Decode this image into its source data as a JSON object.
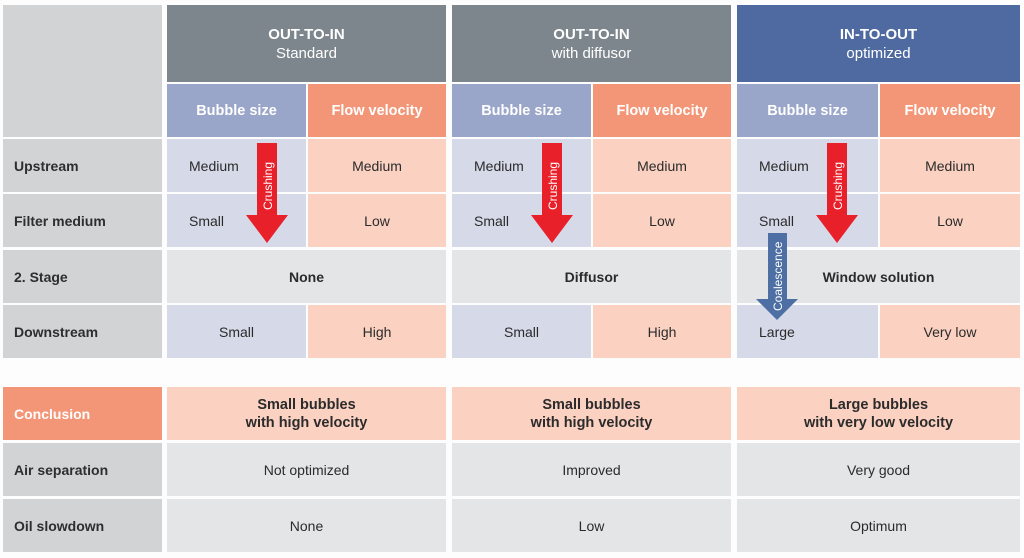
{
  "columns": [
    {
      "title": "OUT-TO-IN",
      "subtitle": "Standard",
      "color": "#7d868c"
    },
    {
      "title": "OUT-TO-IN",
      "subtitle": "with diffusor",
      "color": "#7d868c"
    },
    {
      "title": "IN-TO-OUT",
      "subtitle": "optimized",
      "color": "#4f6aa0"
    }
  ],
  "subheaders": {
    "bubble": "Bubble size",
    "flow": "Flow velocity"
  },
  "rows": {
    "upstream": {
      "label": "Upstream",
      "values": [
        [
          "Medium",
          "Medium"
        ],
        [
          "Medium",
          "Medium"
        ],
        [
          "Medium",
          "Medium"
        ]
      ]
    },
    "filter": {
      "label": "Filter medium",
      "values": [
        [
          "Small",
          "Low"
        ],
        [
          "Small",
          "Low"
        ],
        [
          "Small",
          "Low"
        ]
      ]
    },
    "stage": {
      "label": "2. Stage",
      "values": [
        "None",
        "Diffusor",
        "Window solution"
      ]
    },
    "downstream": {
      "label": "Downstream",
      "values": [
        [
          "Small",
          "High"
        ],
        [
          "Small",
          "High"
        ],
        [
          "Large",
          "Very low"
        ]
      ]
    }
  },
  "arrows": {
    "crushing": "Crushing",
    "coalescence": "Coalescence",
    "crushing_color": "#e8202a",
    "coalescence_color": "#4d6fa3"
  },
  "conclusion": {
    "label": "Conclusion",
    "values": [
      [
        "Small bubbles",
        "with high velocity"
      ],
      [
        "Small bubbles",
        "with high velocity"
      ],
      [
        "Large bubbles",
        "with very low velocity"
      ]
    ]
  },
  "air_separation": {
    "label": "Air separation",
    "values": [
      "Not optimized",
      "Improved",
      "Very good"
    ]
  },
  "oil_slowdown": {
    "label": "Oil slowdown",
    "values": [
      "None",
      "Low",
      "Optimum"
    ]
  }
}
